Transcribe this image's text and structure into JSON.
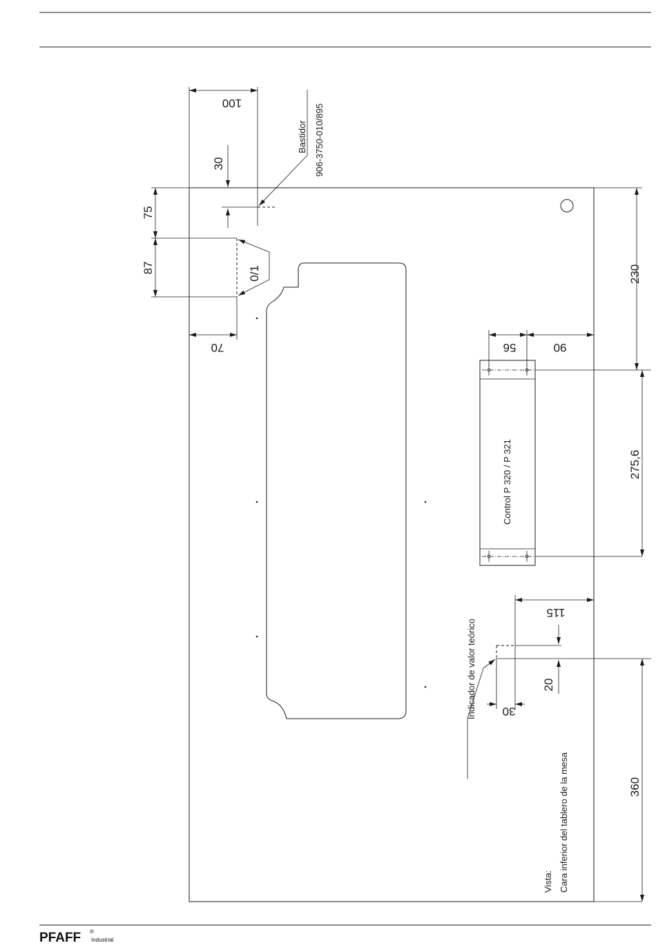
{
  "drawing": {
    "dimensions": {
      "d100": "100",
      "d30_top": "30",
      "d75": "75",
      "d87": "87",
      "d70": "70",
      "d0_1": "0/1",
      "d56": "56",
      "d90": "90",
      "d230": "230",
      "d275_6": "275,6",
      "d115": "115",
      "d20": "20",
      "d30_bottom": "30",
      "d360": "360"
    },
    "labels": {
      "bastidor": "Bastidor",
      "bastidor_part": "906-3750-010/895",
      "control": "Control  P 320 / P 321",
      "indicador": "Indicador de valor teórico",
      "vista": "Vista:",
      "vista_desc": "Cara inferior del tablero de la mesa"
    }
  },
  "footer": {
    "brand": "PFAFF",
    "registered": "®",
    "sub": "Industrial"
  }
}
